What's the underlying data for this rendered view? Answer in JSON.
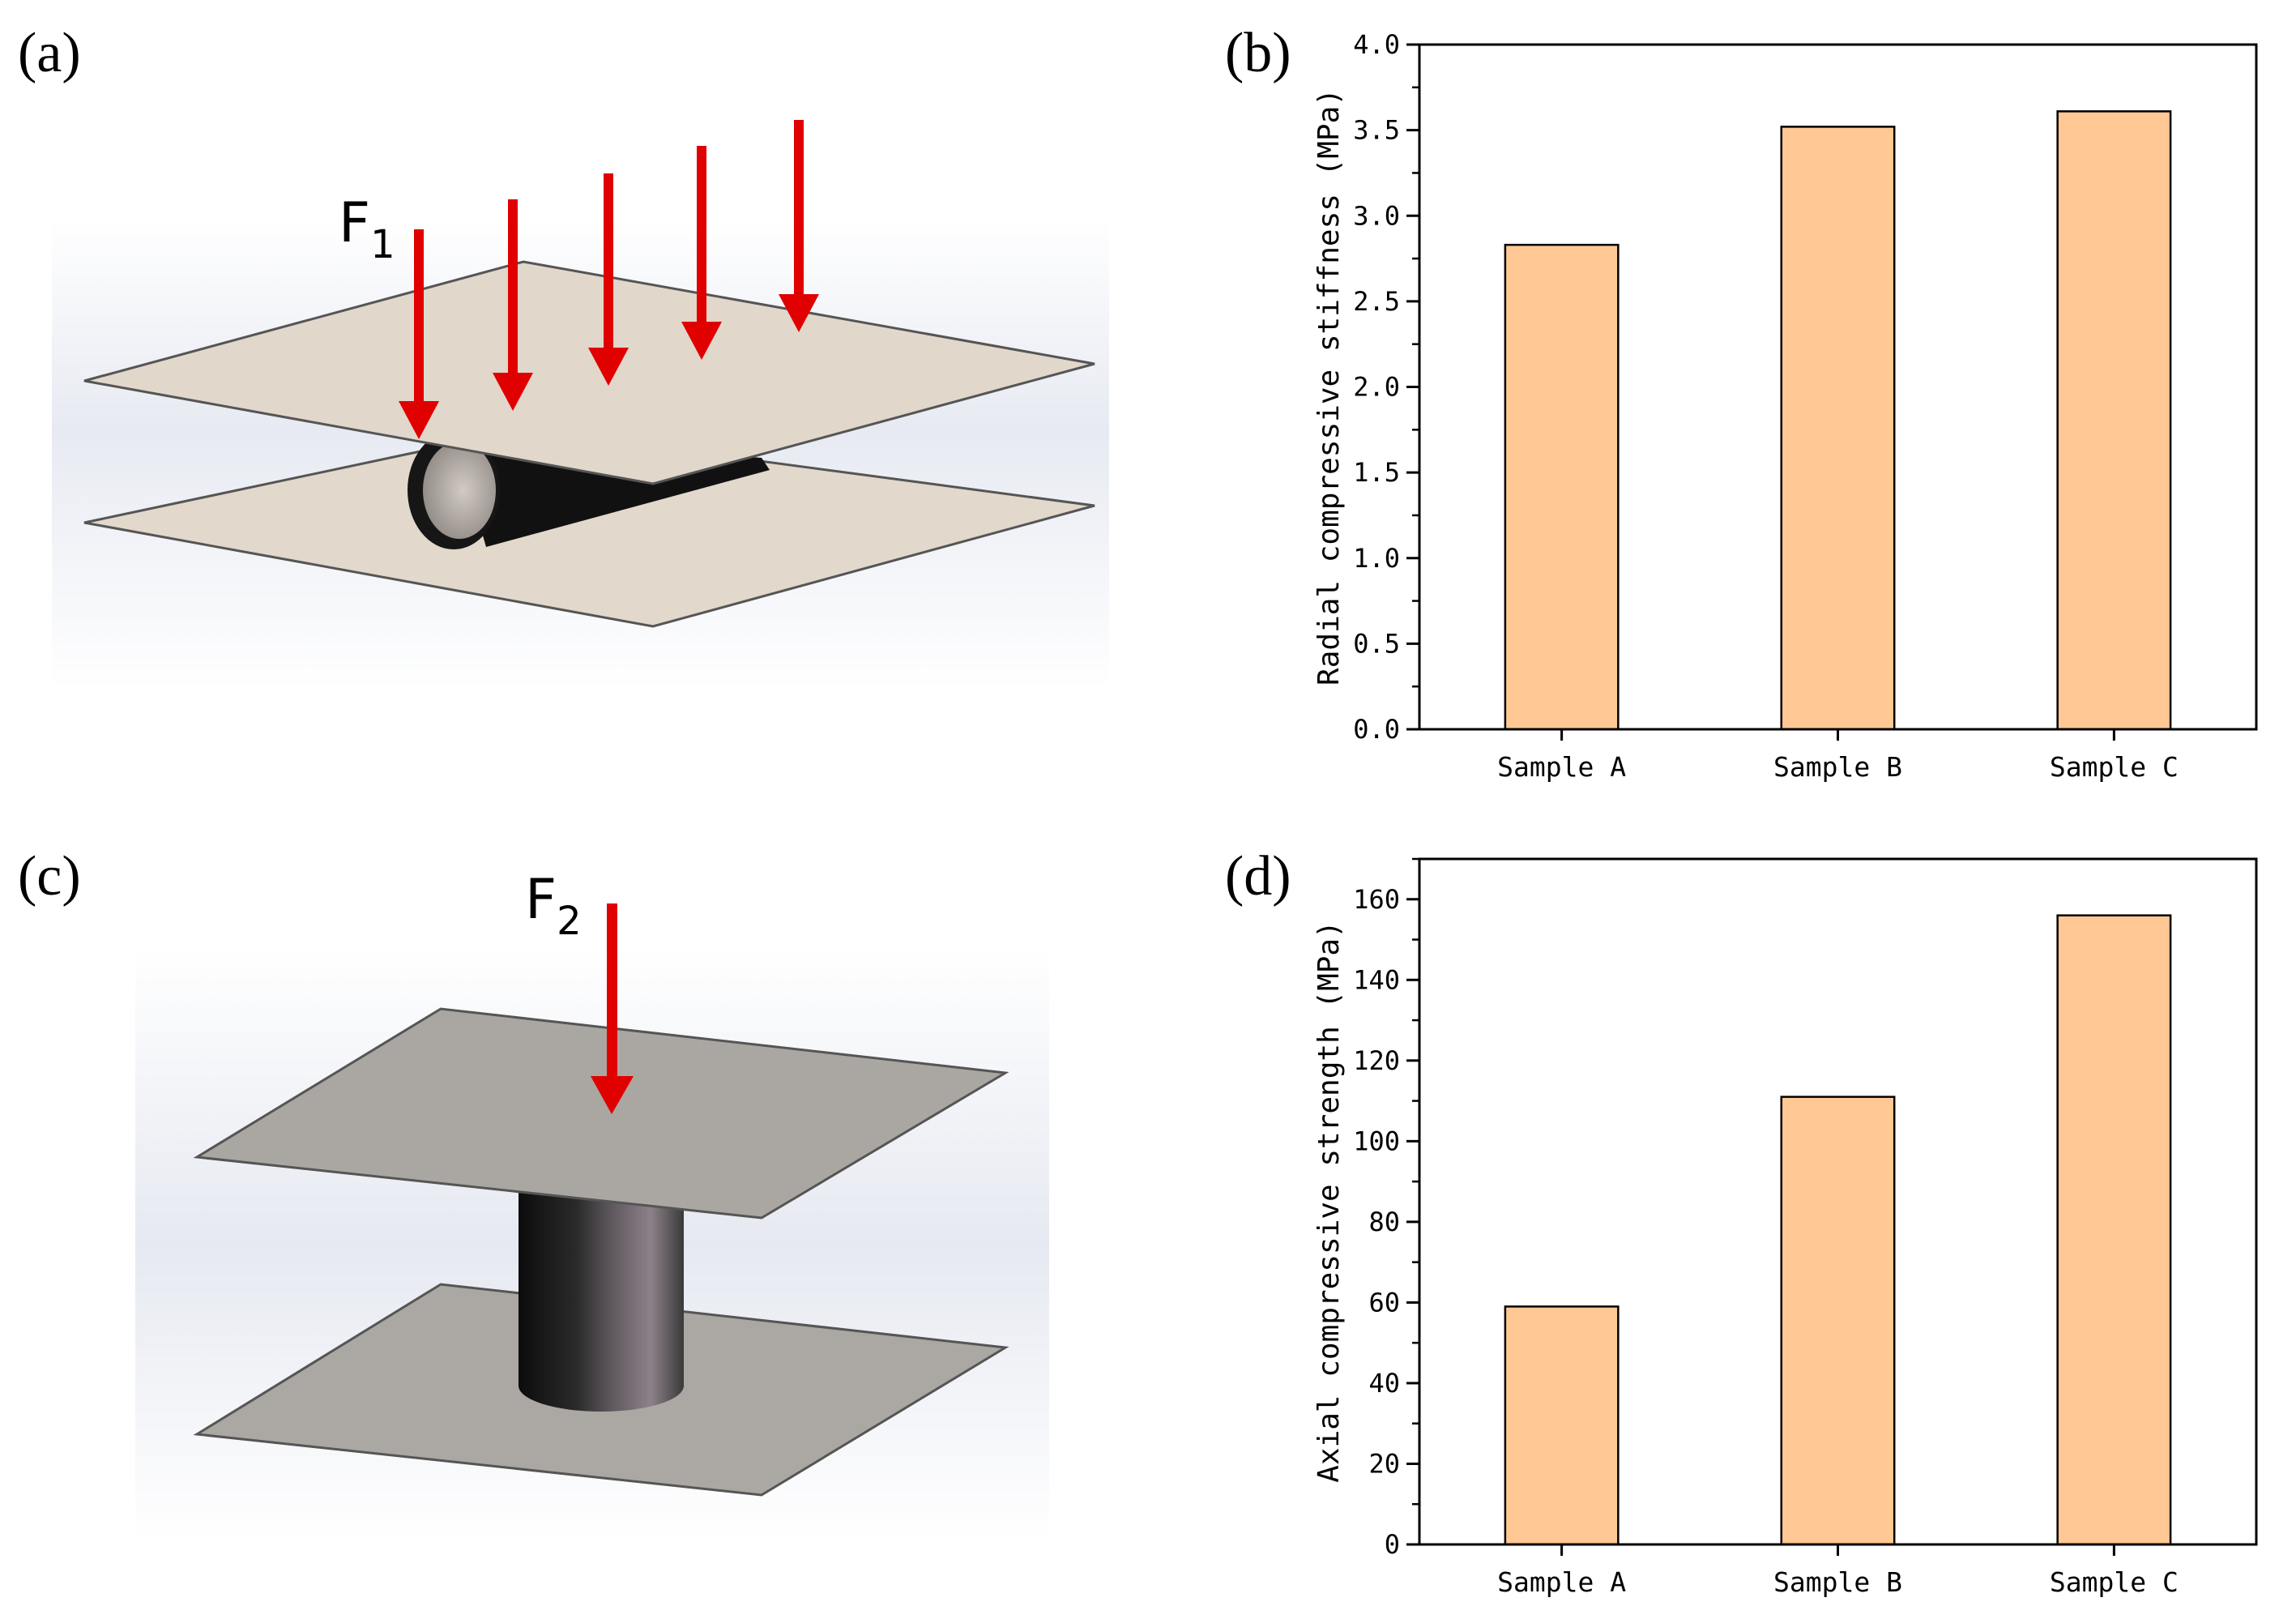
{
  "labels": {
    "panel_a": "(a)",
    "panel_b": "(b)",
    "panel_c": "(c)",
    "panel_d": "(d)",
    "force_1": "F",
    "force_1_sub": "1",
    "force_2": "F",
    "force_2_sub": "2"
  },
  "colors": {
    "bar_fill": "#FFC894",
    "arrow": "#E00000",
    "plate_top_a": "#E1D7CB",
    "plate_c": "#AAA6A1",
    "tube": "#151515"
  },
  "chart_data": [
    {
      "type": "bar",
      "panel": "(b)",
      "categories": [
        "Sample A",
        "Sample B",
        "Sample C"
      ],
      "values": [
        2.83,
        3.52,
        3.61
      ],
      "ylabel": "Radial compressive stiffness (MPa)",
      "xlabel": "",
      "ylim": [
        0,
        4.0
      ],
      "yticks": [
        "0.0",
        "0.5",
        "1.0",
        "1.5",
        "2.0",
        "2.5",
        "3.0",
        "3.5",
        "4.0"
      ],
      "grid": false,
      "legend": "none"
    },
    {
      "type": "bar",
      "panel": "(d)",
      "categories": [
        "Sample A",
        "Sample B",
        "Sample C"
      ],
      "values": [
        59,
        111,
        156
      ],
      "ylabel": "Axial compressive strength (MPa)",
      "xlabel": "",
      "ylim": [
        0,
        170
      ],
      "yticks": [
        "0",
        "20",
        "40",
        "60",
        "80",
        "100",
        "120",
        "140",
        "160"
      ],
      "grid": false,
      "legend": "none"
    }
  ]
}
